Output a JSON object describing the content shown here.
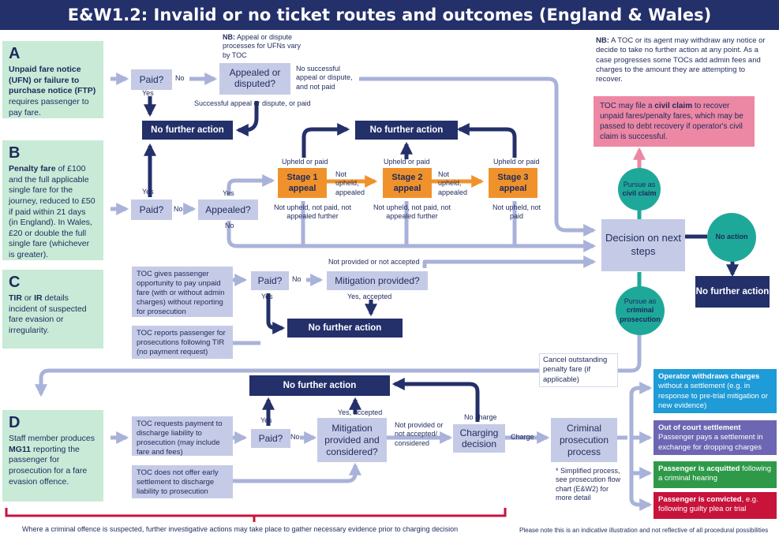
{
  "title": "E&W1.2: Invalid or no ticket routes and outcomes (England & Wales)",
  "notes": {
    "top_nb_bold": "NB:",
    "top_nb": "Appeal or dispute processes for UFNs vary by TOC",
    "right_nb_bold": "NB:",
    "right_nb": "A TOC or its agent may withdraw any notice or decide to take no further action at any point. As a case progresses some TOCs add admin fees and charges to the amount they are attempting to recover.",
    "bottom_left": "Where a criminal offence is suspected, further investigative actions may take place to gather necessary evidence prior to charging decision",
    "bottom_right": "Please note this is an indicative illustration and not reflective of all procedural possibilities"
  },
  "routes": {
    "a": {
      "letter": "A",
      "bold": "Unpaid fare notice (UFN) or failure to purchase notice (FTP)",
      "rest": "requires passenger to pay fare."
    },
    "b": {
      "letter": "B",
      "bold": "Penalty fare",
      "rest": "of £100 and the full applicable single fare for the journey, reduced to £50 if paid within 21 days (in England). In Wales, £20 or double the full single fare (whichever is greater)."
    },
    "c": {
      "letter": "C",
      "bold1": "TIR",
      "mid": "or",
      "bold2": "IR",
      "rest": "details incident of suspected fare evasion or irregularity."
    },
    "d": {
      "letter": "D",
      "pre": "Staff member produces",
      "bold": "MG11",
      "rest": "reporting the passenger for prosecution for a fare evasion offence."
    }
  },
  "boxes": {
    "paid_a": "Paid?",
    "appealed_disputed": "Appealed or disputed?",
    "nfa_a": "No further action",
    "paid_b": "Paid?",
    "appealed_b": "Appealed?",
    "stage1": "Stage 1 appeal",
    "stage2": "Stage 2 appeal",
    "stage3": "Stage 3 appeal",
    "nfa_stages": "No further action",
    "decision": "Decision on next steps",
    "nfa_right": "No further action",
    "toc_gives": "TOC gives passenger opportunity to pay unpaid fare (with or without admin charges) without reporting for prosecution",
    "toc_reports": "TOC reports passenger for prosecutions following TIR (no payment request)",
    "paid_c": "Paid?",
    "mitigation_c": "Mitigation provided?",
    "nfa_c": "No further action",
    "toc_requests": "TOC requests payment to discharge liability to prosecution (may include fare and fees)",
    "toc_no_offer": "TOC does not offer early settlement to discharge liability to prosecution",
    "paid_d": "Paid?",
    "mitigation_d": "Mitigation provided and considered?",
    "charging": "Charging decision",
    "nfa_d": "No further action",
    "criminal": "Criminal prosecution process",
    "civil_claim_pre": "TOC may file a",
    "civil_claim_bold": "civil claim",
    "civil_claim_rest": "to recover unpaid fares/penalty fares, which may be passed to debt recovery if operator's civil claim is successful."
  },
  "circles": {
    "civil_pre": "Pursue as",
    "civil_bold": "civil claim",
    "no_action": "No action",
    "criminal_pre": "Pursue as",
    "criminal_bold": "criminal prosecution"
  },
  "outcomes": [
    {
      "bold": "Operator withdraws charges",
      "rest": "without a settlement (e.g. in response to pre-trial mitigation or new evidence)",
      "color": "#1f9bd7"
    },
    {
      "bold": "Out of court settlement",
      "rest": "Passenger pays a settlement in exchange for dropping charges",
      "color": "#6d67b3"
    },
    {
      "bold": "Passenger is acquitted",
      "rest": "following a criminal hearing",
      "color": "#2e9a49"
    },
    {
      "bold": "Passenger is convicted",
      "rest": ", e.g. following guilty plea or trial",
      "color": "#c8133b"
    }
  ],
  "labels": {
    "no_a": "No",
    "yes_a": "Yes",
    "no_success": "No successful appeal or dispute, and not paid",
    "success": "Successful appeal or dispute, or paid",
    "yes_b_up": "Yes",
    "no_b": "No",
    "yes_b2": "Yes",
    "no_b2": "No",
    "upheld1": "Upheld or paid",
    "upheld2": "Upheld or paid",
    "upheld3": "Upheld or paid",
    "not_upheld_appealed1": "Not upheld, appealed",
    "not_upheld_appealed2": "Not upheld, appealed",
    "not_upheld1": "Not upheld, not paid, not appealed further",
    "not_upheld2": "Not upheld, not paid, not appealed further",
    "not_upheld3": "Not upheld, not paid",
    "not_provided_c": "Not provided or not accepted",
    "no_c": "No",
    "yes_c": "Yes",
    "yes_accepted_c": "Yes, accepted",
    "cancel": "Cancel outstanding penalty fare (if applicable)",
    "yes_d": "Yes",
    "no_d": "No",
    "yes_accepted_d": "Yes, accepted",
    "not_provided_d": "Not provided or not accepted/ considered",
    "no_charge": "No charge",
    "charge": "Charge",
    "simplified": "* Simplified process, see prosecution flow chart (E&W2) for more detail"
  },
  "colors": {
    "navy": "#23306a",
    "arrow": "#a9b2d9",
    "green": "#c8ead7",
    "lightblue": "#c5cbe6",
    "orange": "#f0922b",
    "teal": "#1ea89a",
    "pink": "#ec87a4",
    "red": "#c8133b"
  }
}
